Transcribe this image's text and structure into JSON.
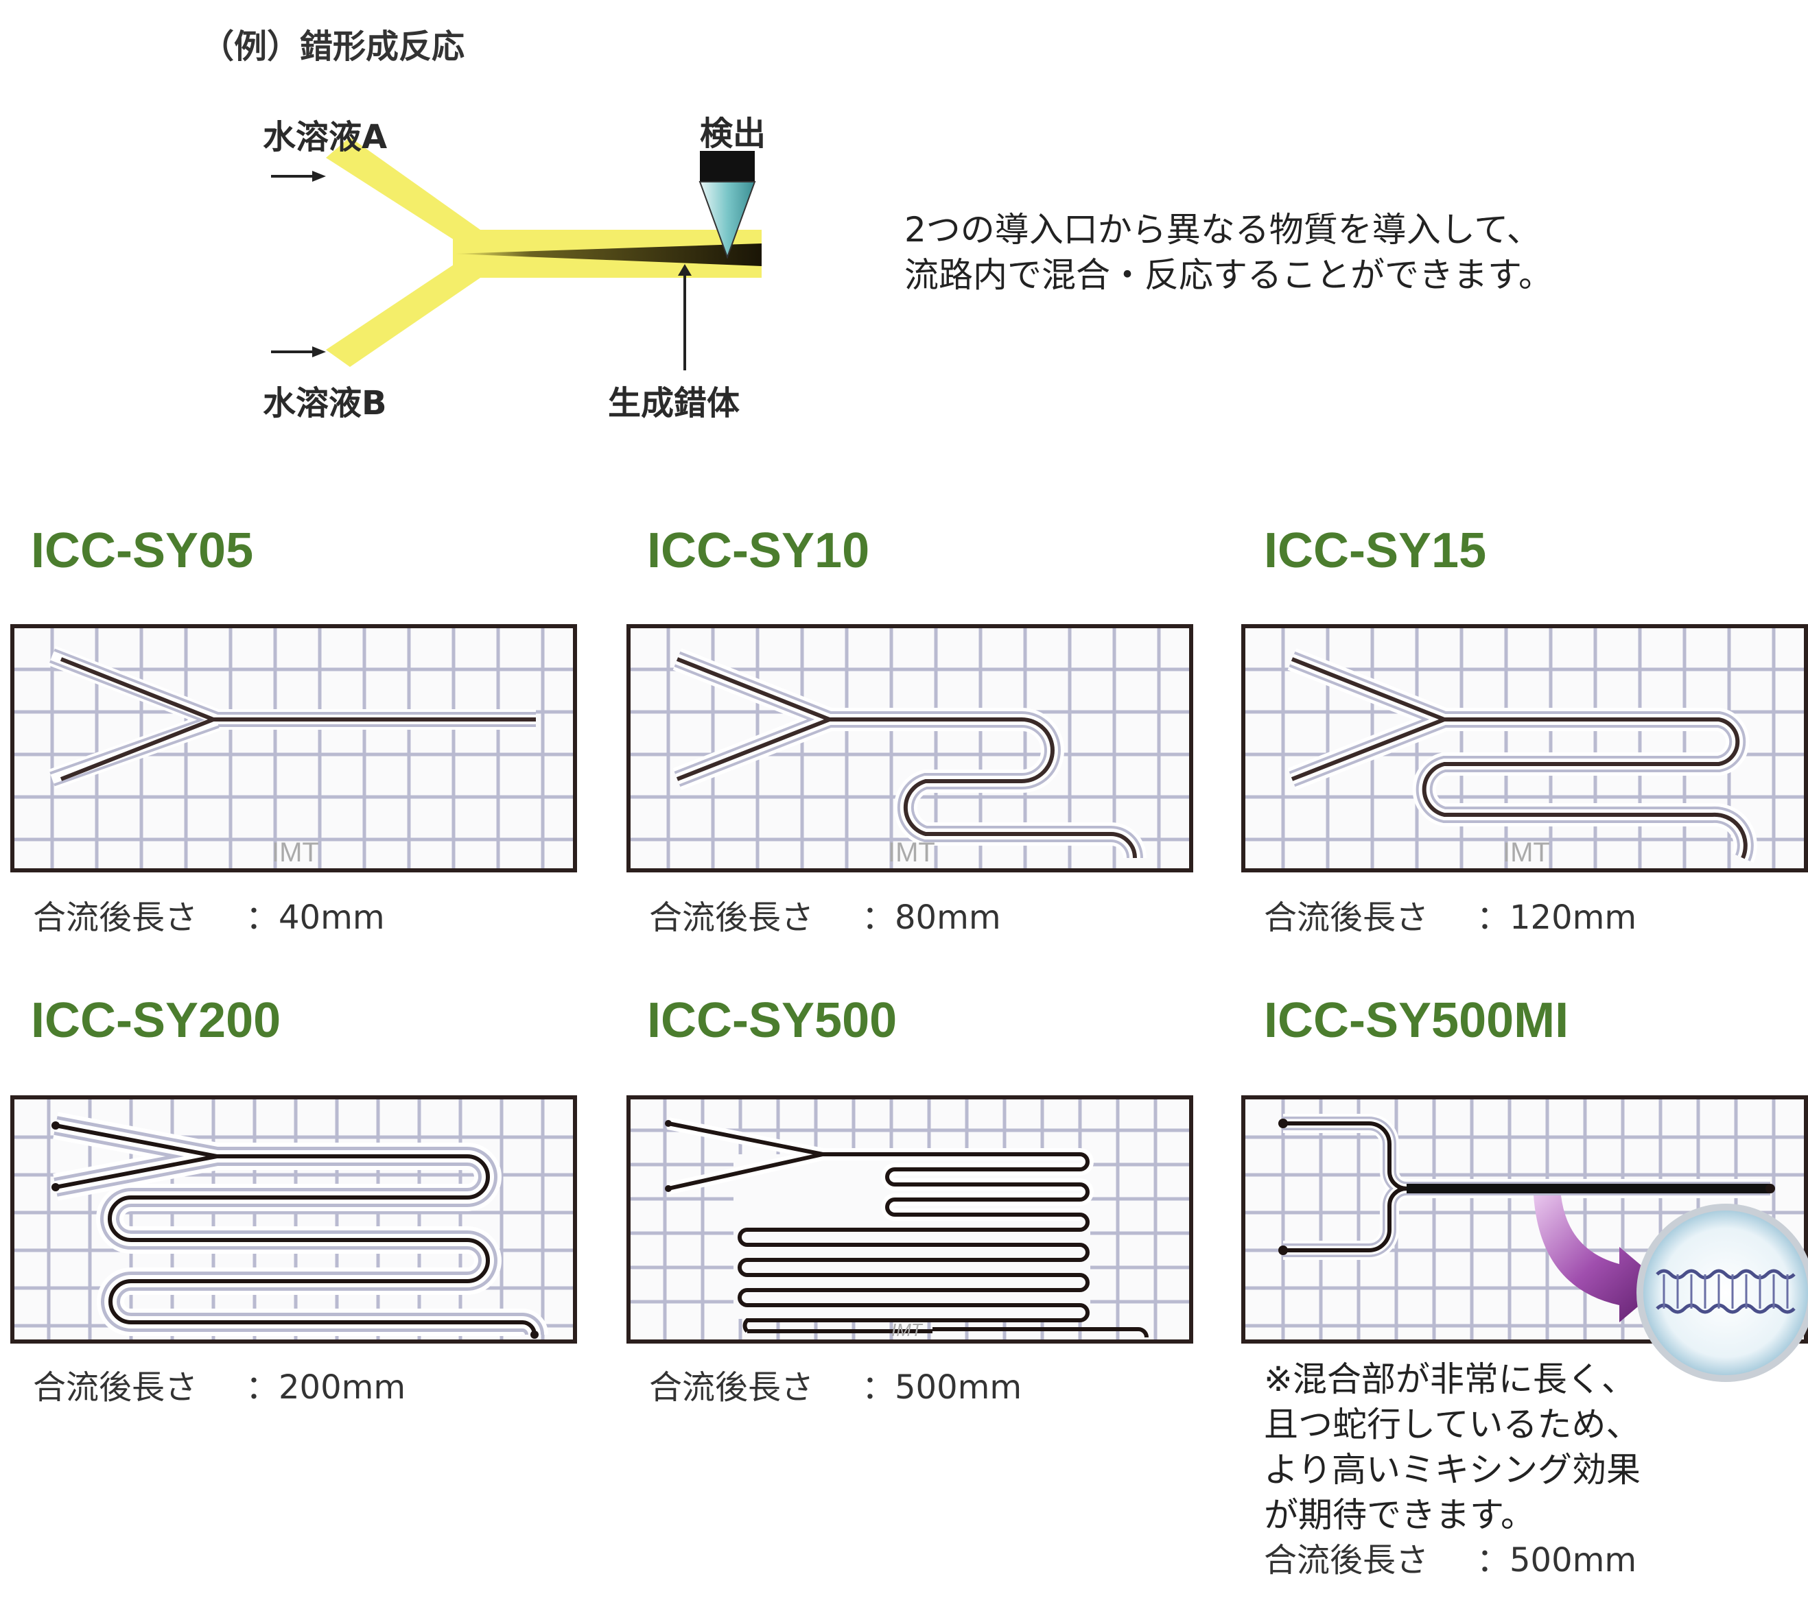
{
  "intro": {
    "title": "（例）錯形成反応",
    "labels": {
      "solution_a": "水溶液A",
      "solution_b": "水溶液B",
      "detection": "検出",
      "product": "生成錯体"
    },
    "description": [
      "2つの導入口から異なる物質を導入して、",
      "流路内で混合・反応することができます。"
    ]
  },
  "colors": {
    "model_title": "#4b7d2e",
    "channel_yellow": "#f4ee6a",
    "chip_frame": "#2b1f1d",
    "grid": "#b9bad0",
    "arrow_purple": "#7a2e84"
  },
  "products": [
    {
      "model": "ICC-SY05",
      "length_label": "合流後長さ",
      "length_value": "：40mm",
      "chip_text": "IMT"
    },
    {
      "model": "ICC-SY10",
      "length_label": "合流後長さ",
      "length_value": "：80mm",
      "chip_text": "IMT"
    },
    {
      "model": "ICC-SY15",
      "length_label": "合流後長さ",
      "length_value": "：120mm",
      "chip_text": "IMT"
    },
    {
      "model": "ICC-SY200",
      "length_label": "合流後長さ",
      "length_value": "：200mm"
    },
    {
      "model": "ICC-SY500",
      "length_label": "合流後長さ",
      "length_value": "：500mm",
      "chip_text": "IMT"
    },
    {
      "model": "ICC-SY500MI",
      "note": [
        "※混合部が非常に長く、",
        "且つ蛇行しているため、",
        "より高いミキシング効果",
        "が期待できます。"
      ],
      "length_label": "合流後長さ",
      "length_value": "：500mm"
    }
  ]
}
